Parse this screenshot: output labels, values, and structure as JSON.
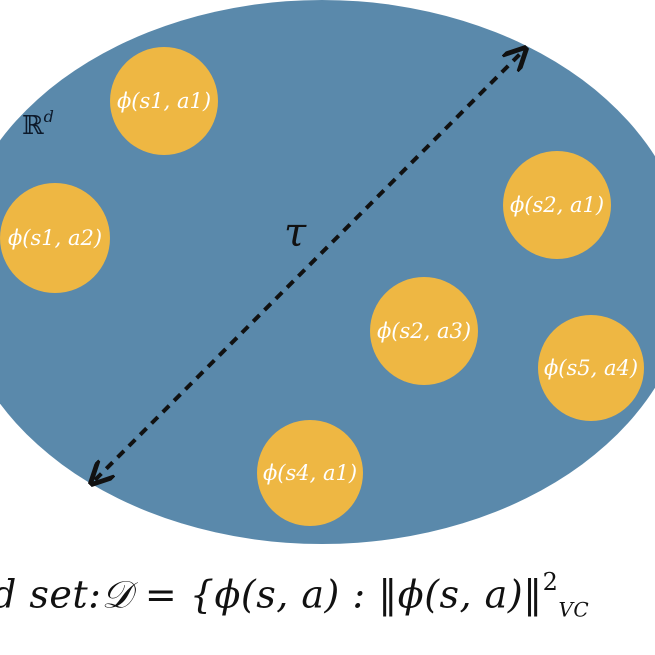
{
  "space_label": "ℝd",
  "distance_label": "τ",
  "points": [
    {
      "id": "s1a1",
      "label": "ϕ(s1, a1)"
    },
    {
      "id": "s1a2",
      "label": "ϕ(s1, a2)"
    },
    {
      "id": "s2a1",
      "label": "ϕ(s2, a1)"
    },
    {
      "id": "s2a3",
      "label": "ϕ(s2, a3)"
    },
    {
      "id": "s5a4",
      "label": "ϕ(s5, a4)"
    },
    {
      "id": "s4a1",
      "label": "ϕ(s4, a1)"
    }
  ],
  "formula": {
    "prefix": "d set:",
    "body": "𝒟 = {ϕ(s, a) : ‖ϕ(s, a)‖",
    "exponent": "2",
    "subscript": "VC"
  },
  "colors": {
    "ellipse": "#5a89ab",
    "node": "#eeb743",
    "arrow": "#111111"
  }
}
